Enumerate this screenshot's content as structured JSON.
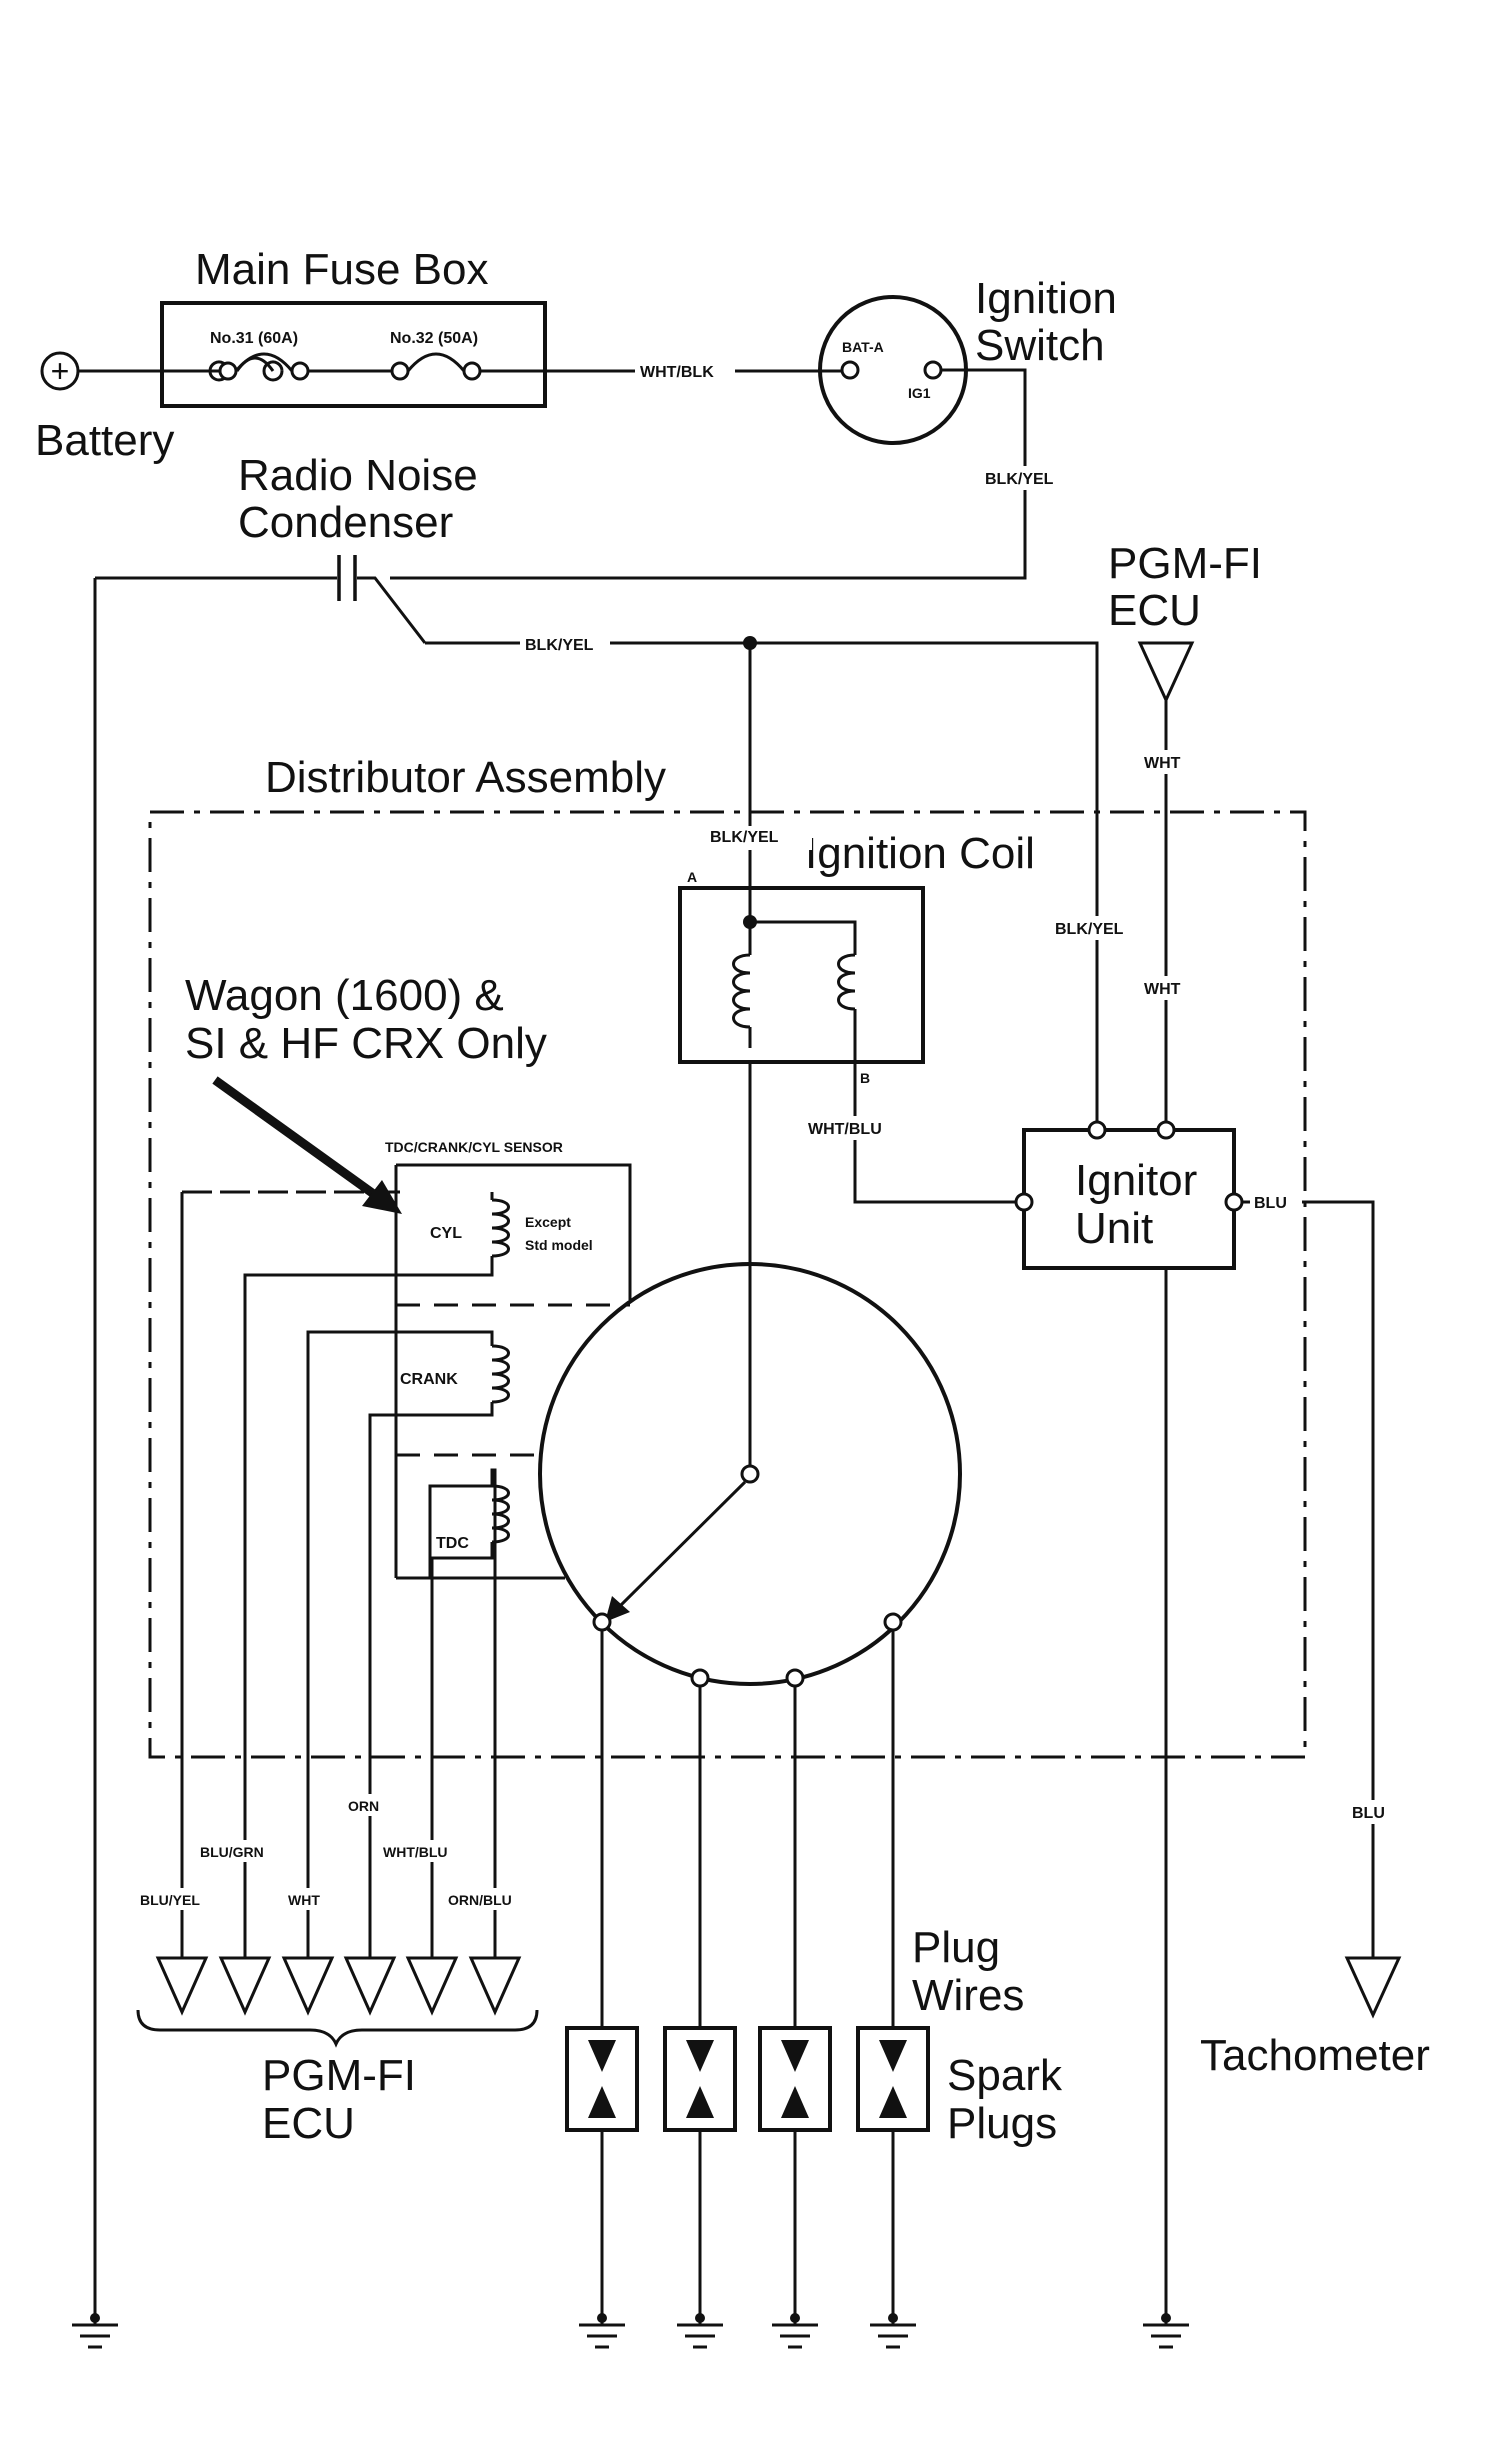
{
  "components": {
    "main_fuse_box": "Main Fuse Box",
    "fuse_31": "No.31 (60A)",
    "fuse_32": "No.32 (50A)",
    "battery": "Battery",
    "battery_symbol": "+",
    "ignition_switch_1": "Ignition",
    "ignition_switch_2": "Switch",
    "bat_a": "BAT-A",
    "ig1": "IG1",
    "condenser_1": "Radio Noise",
    "condenser_2": "Condenser",
    "pgmfi_top_1": "PGM-FI",
    "pgmfi_top_2": "ECU",
    "distributor": "Distributor Assembly",
    "ignition_coil": "Ignition Coil",
    "coil_a": "A",
    "coil_b": "B",
    "note_1": "Wagon (1600) &",
    "note_2": "SI & HF CRX Only",
    "sensor_title": "TDC/CRANK/CYL SENSOR",
    "cyl": "CYL",
    "except_1": "Except",
    "except_2": "Std model",
    "crank": "CRANK",
    "tdc": "TDC",
    "ignitor_1": "Ignitor",
    "ignitor_2": "Unit",
    "pgmfi_bottom_1": "PGM-FI",
    "pgmfi_bottom_2": "ECU",
    "plug_wires_1": "Plug",
    "plug_wires_2": "Wires",
    "spark_plugs_1": "Spark",
    "spark_plugs_2": "Plugs",
    "tachometer": "Tachometer"
  },
  "wires": {
    "wht_blk": "WHT/BLK",
    "blk_yel_switch": "BLK/YEL",
    "blk_yel_bus": "BLK/YEL",
    "blk_yel_coil": "BLK/YEL",
    "blk_yel_ignitor": "BLK/YEL",
    "wht_ecu": "WHT",
    "wht_ignitor": "WHT",
    "wht_blu_coil": "WHT/BLU",
    "blu_out": "BLU",
    "blu_tach": "BLU",
    "blu_yel": "BLU/YEL",
    "blu_grn": "BLU/GRN",
    "wht_sensor": "WHT",
    "orn": "ORN",
    "wht_blu_sensor": "WHT/BLU",
    "orn_blu": "ORN/BLU"
  },
  "colors": {
    "ink": "#111111",
    "background": "#ffffff"
  }
}
